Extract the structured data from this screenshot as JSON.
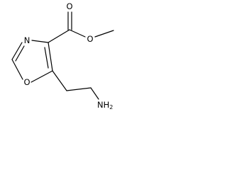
{
  "structure": {
    "atoms": {
      "ring_nitrogen": "N",
      "ring_oxygen": "O",
      "carbonyl_oxygen": "O",
      "ester_oxygen": "O",
      "amine_group": "NH2"
    }
  }
}
